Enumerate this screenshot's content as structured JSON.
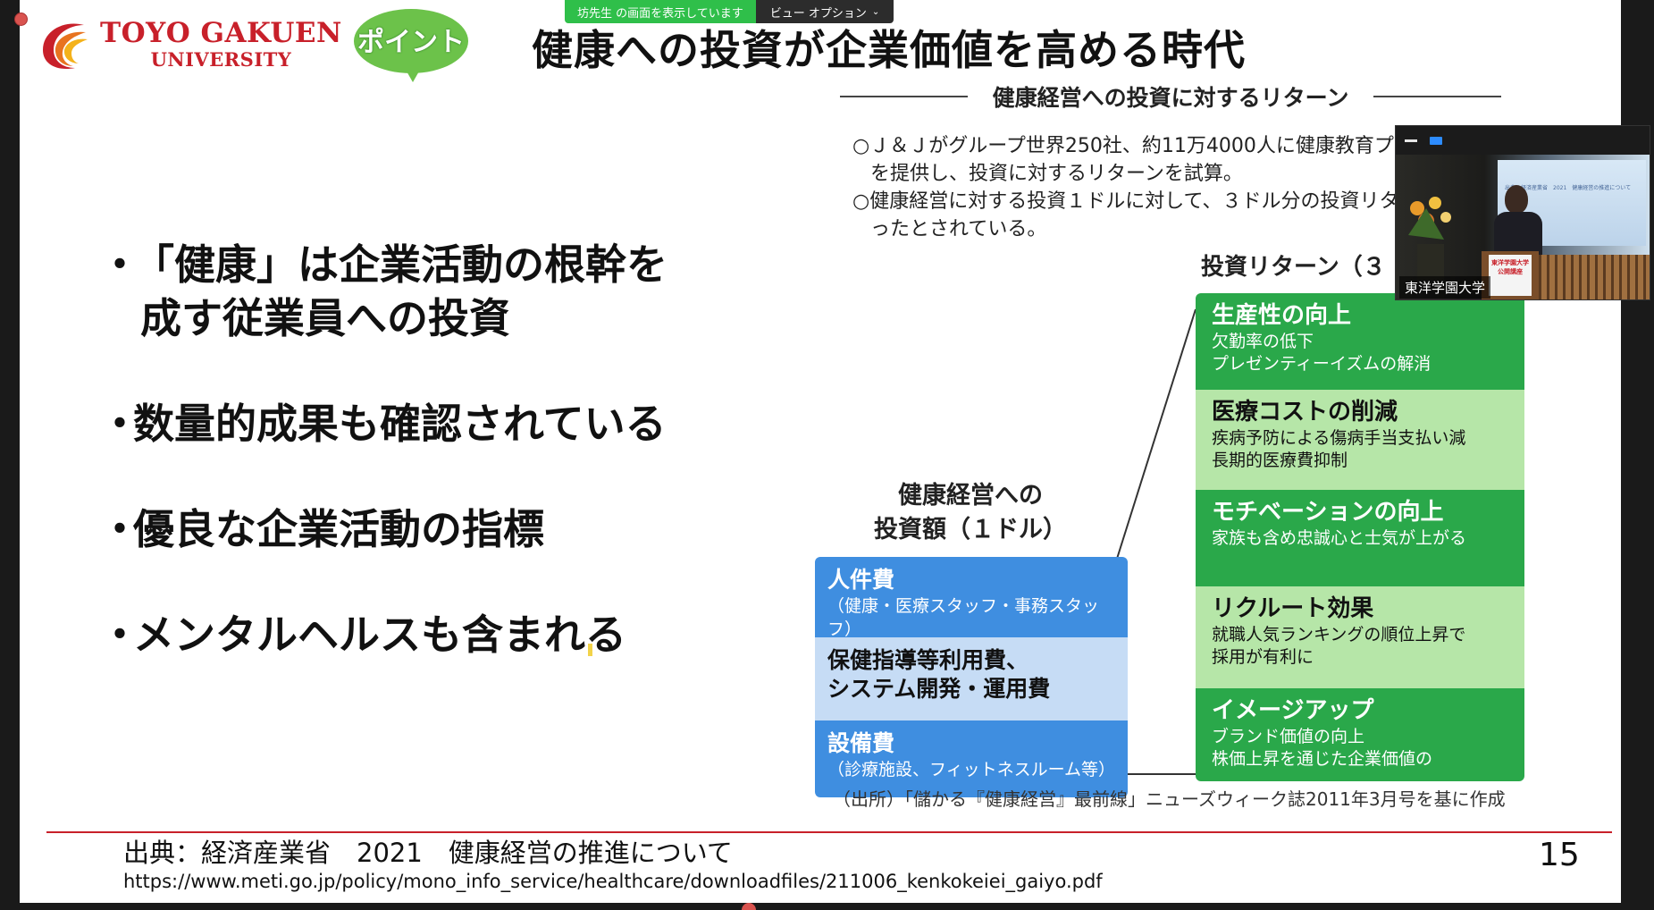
{
  "share_banner": {
    "status_text": "坊先生 の画面を表示しています",
    "view_options_label": "ビュー オプション"
  },
  "logo": {
    "line1": "TOYO GAKUEN",
    "line2": "UNIVERSITY"
  },
  "point_badge": "ポイント",
  "title": "健康への投資が企業価値を高める時代",
  "bullets": [
    {
      "line1": "「健康」は企業活動の根幹を",
      "line2": "成す従業員への投資"
    },
    {
      "line1": "数量的成果も確認されている",
      "line2": ""
    },
    {
      "line1": "優良な企業活動の指標",
      "line2": ""
    },
    {
      "line1": "メンタルヘルスも含まれる",
      "line2": ""
    }
  ],
  "figure": {
    "title": "健康経営への投資に対するリターン",
    "note1": "○Ｊ＆Ｊがグループ世界250社、約11万4000人に健康教育プログラムを提供し、投資に対するリターンを試算。",
    "note2": "○健康経営に対する投資１ドルに対して、３ドル分の投資リターンがあったとされている。",
    "return_heading": "投資リターン（３",
    "invest_label_1": "健康経営への",
    "invest_label_2": "投資額（１ドル）",
    "costs": [
      {
        "heading": "人件費",
        "sub": "（健康・医療スタッフ・事務スタッフ）"
      },
      {
        "heading": "保健指導等利用費、",
        "sub": "システム開発・運用費"
      },
      {
        "heading": "設備費",
        "sub": "（診療施設、フィットネスルーム等）"
      }
    ],
    "returns": [
      {
        "heading": "生産性の向上",
        "sub1": "欠勤率の低下",
        "sub2": "プレゼンティーイズムの解消"
      },
      {
        "heading": "医療コストの削減",
        "sub1": "疾病予防による傷病手当支払い減",
        "sub2": "長期的医療費抑制"
      },
      {
        "heading": "モチベーションの向上",
        "sub1": "家族も含め忠誠心と士気が上がる",
        "sub2": ""
      },
      {
        "heading": "リクルート効果",
        "sub1": "就職人気ランキングの順位上昇で",
        "sub2": "採用が有利に"
      },
      {
        "heading": "イメージアップ",
        "sub1": "ブランド価値の向上",
        "sub2": "株価上昇を通じた企業価値の"
      }
    ],
    "source": "（出所）「儲かる『健康経営』最前線」ニューズウィーク誌2011年3月号を基に作成"
  },
  "citation": {
    "line1": "出典：経済産業省　2021　健康経営の推進について",
    "line2": "https://www.meti.go.jp/policy/mono_info_service/healthcare/downloadfiles/211006_kenkokeiei_gaiyo.pdf"
  },
  "page_number": "15",
  "video": {
    "participant_name": "東洋学園大学",
    "podium_sign": "東洋学園大学",
    "podium_sub": "公開講座"
  },
  "colors": {
    "brand_red": "#c8202a",
    "return_dark": "#2aa84a",
    "return_light": "#b6e6a8",
    "cost_blue": "#3f8ee0",
    "cost_light": "#c6dcf5",
    "share_green": "#2fbf4a"
  }
}
